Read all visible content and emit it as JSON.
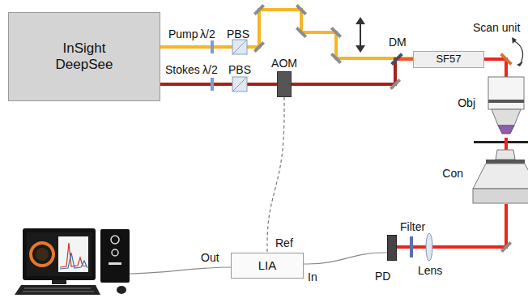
{
  "diagram": {
    "nodes": [
      {
        "text": [
          "InSight DeepSee"
        ]
      },
      {
        "text": [
          "AOM"
        ]
      },
      {
        "text": [
          "SF57"
        ]
      },
      {
        "text": [
          "Obj"
        ]
      },
      {
        "text": [
          "Con"
        ]
      },
      {
        "text": [
          "LIA"
        ]
      },
      {
        "text": [
          "PD"
        ]
      }
    ],
    "edges": [
      {
        "from": 0,
        "to": 1,
        "arrow": "none"
      },
      {
        "from": 0,
        "to": 2,
        "arrow": "none"
      },
      {
        "from": 1,
        "to": 2,
        "arrow": "none"
      },
      {
        "from": 2,
        "to": 3,
        "arrow": "none"
      },
      {
        "from": 3,
        "to": 4,
        "arrow": "none"
      },
      {
        "from": 4,
        "to": 6,
        "arrow": "none"
      },
      {
        "from": 1,
        "to": 5,
        "arrow": "none"
      },
      {
        "from": 6,
        "to": 5,
        "arrow": "none"
      }
    ],
    "labels": [
      "Pump",
      "λ/2",
      "PBS",
      "Stokes",
      "λ/2",
      "PBS",
      "DM",
      "Scan unit",
      "Filter",
      "Lens",
      "Ref",
      "In",
      "Out"
    ]
  }
}
